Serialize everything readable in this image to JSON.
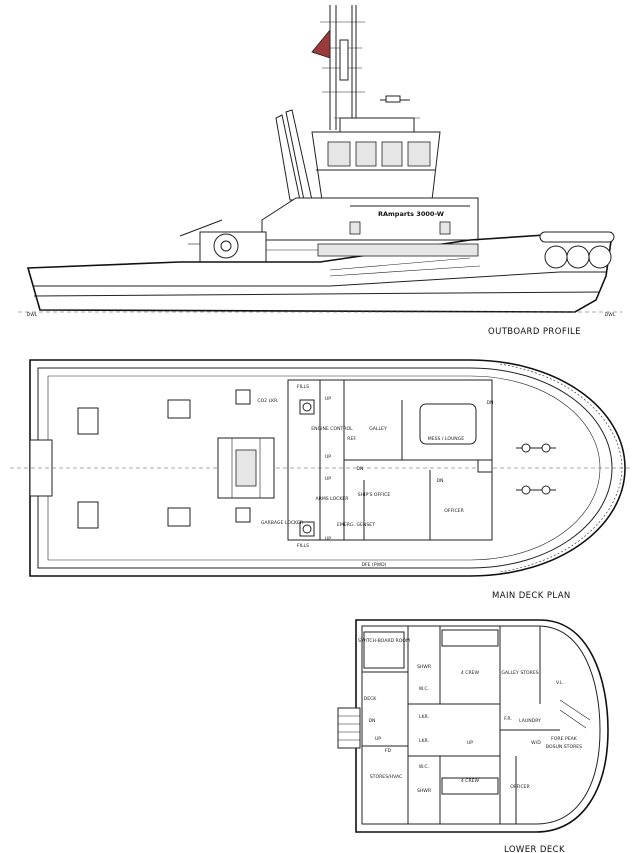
{
  "views": {
    "outboard_profile": {
      "title": "OUTBOARD PROFILE",
      "hull_name": "RAmparts 3000-W",
      "dwl_left": "DWL",
      "dwl_right": "DWL"
    },
    "main_deck_plan": {
      "title": "MAIN DECK PLAN",
      "rooms": {
        "galley": "GALLEY",
        "mess": "MESS / LOUNGE",
        "officer": "OFFICER",
        "ships_office": "SHIP'S OFFICE",
        "arms_locker": "ARMS LOCKER",
        "garbage_locker": "GARBAGE LOCKER",
        "emerg_gen": "EMERG. GENSET",
        "co2": "CO2 LKR.",
        "engine_control": "ENGINE CONTROL",
        "ref": "REF.",
        "fills_top": "FILLS",
        "fills_bottom": "FILLS",
        "up1": "UP",
        "up2": "UP",
        "up3": "UP",
        "up4": "UP",
        "dn1": "DN",
        "dn2": "DN",
        "dn3": "DN",
        "dfe": "DFE (PWD)"
      }
    },
    "lower_deck": {
      "title": "LOWER DECK",
      "rooms": {
        "switchboard": "SWITCH-BOARD ROOM",
        "crew_top": "4 CREW",
        "crew_bottom": "4 CREW",
        "galley_stores": "GALLEY STORES",
        "vl": "V.L.",
        "fore_peak": "FORE PEAK",
        "bosun_stores": "BOSUN STORES",
        "laundry": "LAUNDRY",
        "wd": "W/D",
        "fr": "F.R.",
        "officer": "OFFICER",
        "stores_hvac": "STORES/HVAC",
        "shwr_top": "SHWR",
        "shwr_bottom": "SHWR",
        "wc_top": "W.C.",
        "wc_bottom": "W.C.",
        "lkr": "LKR.",
        "lkr2": "LKR.",
        "dn": "DN",
        "up": "UP",
        "fd": "FD",
        "up2": "UP",
        "deck": "DECK"
      }
    }
  },
  "colors": {
    "line": "#222222",
    "background": "#ffffff",
    "flag": "#9a3b3b"
  }
}
